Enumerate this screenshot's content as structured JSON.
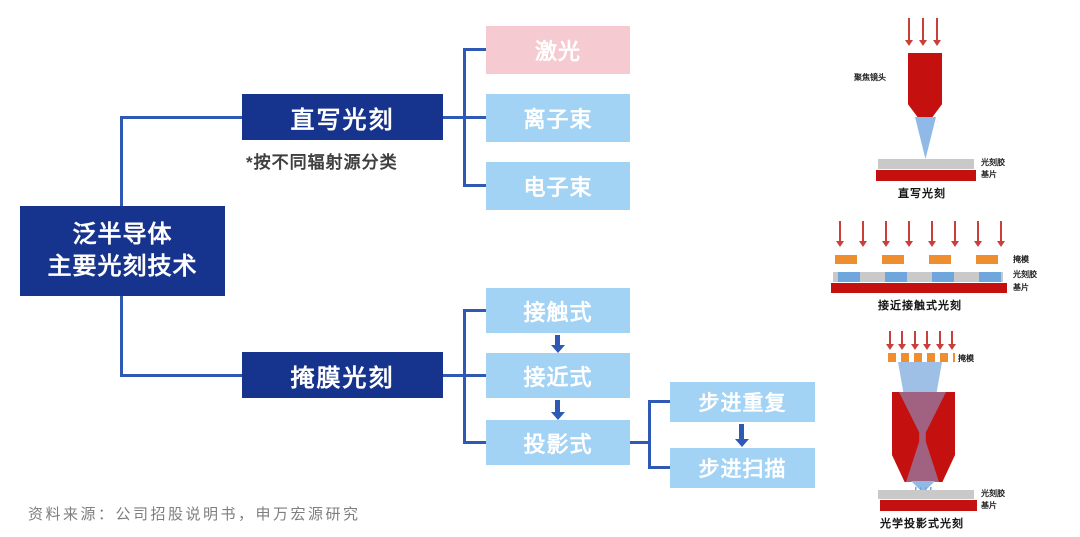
{
  "colors": {
    "primary_dark_blue": "#16338E",
    "connector_blue": "#2E59B5",
    "light_blue": "#A2D2F4",
    "pink": "#F5CBD1",
    "illustration_red": "#C51010",
    "arrow_red": "#C9403A",
    "mask_orange": "#EE8E2F",
    "beam_blue": "#8FB9E6",
    "resist_gray": "#C9C9C9"
  },
  "root": {
    "line1": "泛半导体",
    "line2": "主要光刻技术"
  },
  "direct_branch": {
    "label": "直写光刻",
    "note": "*按不同辐射源分类",
    "children": [
      {
        "label": "激光"
      },
      {
        "label": "离子束"
      },
      {
        "label": "电子束"
      }
    ]
  },
  "mask_branch": {
    "label": "掩膜光刻",
    "children": [
      {
        "label": "接触式"
      },
      {
        "label": "接近式"
      },
      {
        "label": "投影式"
      }
    ],
    "projection_children": [
      {
        "label": "步进重复"
      },
      {
        "label": "步进扫描"
      }
    ]
  },
  "illustrations": {
    "direct_write": {
      "caption": "直写光刻",
      "lens_label": "聚焦镜头",
      "resist_label": "光刻胶",
      "substrate_label": "基片"
    },
    "proximity_contact": {
      "caption": "接近接触式光刻",
      "mask_label": "掩模",
      "resist_label": "光刻胶",
      "substrate_label": "基片"
    },
    "optical_projection": {
      "caption": "光学投影式光刻",
      "mask_label": "掩模",
      "resist_label": "光刻胶",
      "substrate_label": "基片"
    }
  },
  "source": {
    "text": "资料来源：公司招股说明书，申万宏源研究"
  }
}
